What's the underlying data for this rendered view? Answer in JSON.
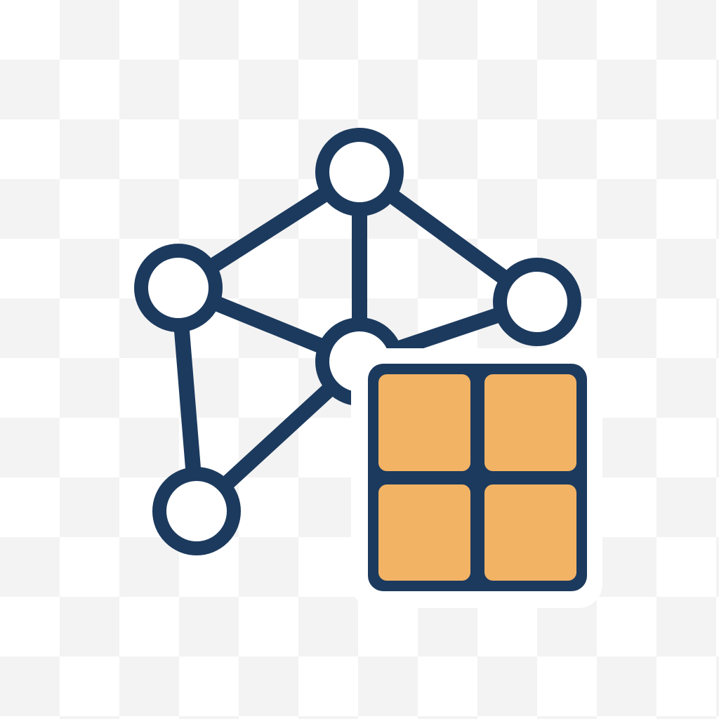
{
  "icon": {
    "name": "network-graph-with-grid-icon",
    "colors": {
      "stroke": "#1c3a5e",
      "node_fill": "#ffffff",
      "grid_fill": "#f3b364",
      "grid_frame": "#ffffff",
      "background_light": "#ffffff",
      "background_dark": "#f3f3f3"
    },
    "nodes": [
      {
        "id": "top"
      },
      {
        "id": "left"
      },
      {
        "id": "right"
      },
      {
        "id": "center"
      },
      {
        "id": "bottom-left"
      }
    ],
    "edges": [
      [
        "top",
        "left"
      ],
      [
        "top",
        "right"
      ],
      [
        "top",
        "center"
      ],
      [
        "left",
        "center"
      ],
      [
        "left",
        "bottom-left"
      ],
      [
        "center",
        "right"
      ],
      [
        "center",
        "bottom-left"
      ]
    ],
    "grid": {
      "rows": 2,
      "cols": 2
    }
  }
}
